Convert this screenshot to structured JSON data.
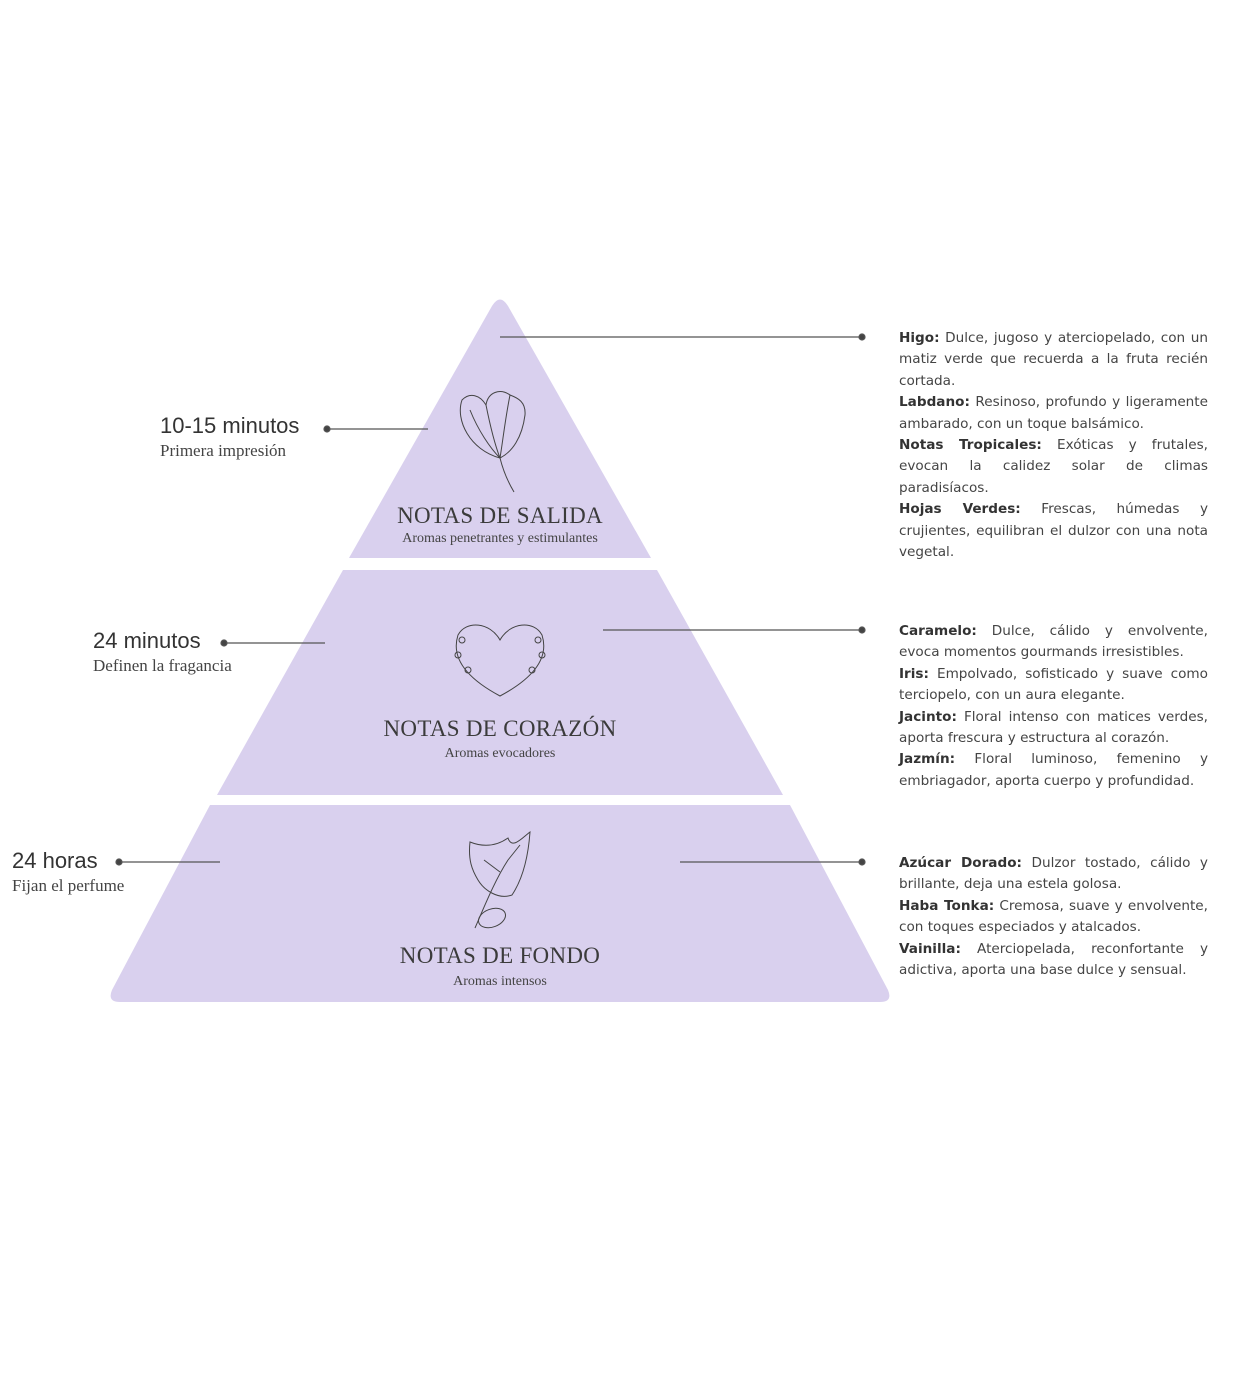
{
  "colors": {
    "pyramid": "#d9d0ee",
    "line": "#555555"
  },
  "tiers": [
    {
      "title": "NOTAS DE SALIDA",
      "subtitle": "Aromas penetrantes y estimulantes",
      "time": "10-15 minutos",
      "time_sub": "Primera impresión",
      "icon": "flower-icon",
      "notes": [
        {
          "name": "Higo:",
          "text": " Dulce, jugoso y aterciopelado, con un matiz verde que recuerda a la fruta recién cortada."
        },
        {
          "name": "Labdano:",
          "text": " Resinoso, profundo y ligeramente ambarado, con un toque balsámico."
        },
        {
          "name": "Notas Tropicales:",
          "text": " Exóticas y frutales, evocan la calidez solar de climas paradisíacos."
        },
        {
          "name": "Hojas Verdes:",
          "text": " Frescas, húmedas y crujientes, equilibran el dulzor con una nota vegetal."
        }
      ]
    },
    {
      "title": "NOTAS DE CORAZÓN",
      "subtitle": "Aromas evocadores",
      "time": "24 minutos",
      "time_sub": "Definen la fragancia",
      "icon": "floral-heart-icon",
      "notes": [
        {
          "name": "Caramelo:",
          "text": " Dulce, cálido y envolvente, evoca momentos gourmands irresistibles."
        },
        {
          "name": "Iris:",
          "text": " Empolvado, sofisticado y suave como terciopelo, con un aura elegante."
        },
        {
          "name": "Jacinto:",
          "text": " Floral intenso con matices verdes, aporta frescura y estructura al corazón."
        },
        {
          "name": "Jazmín:",
          "text": " Floral luminoso, femenino y embriagador, aporta cuerpo y profundidad."
        }
      ]
    },
    {
      "title": "NOTAS DE FONDO",
      "subtitle": "Aromas intensos",
      "time": "24 horas",
      "time_sub": "Fijan el perfume",
      "icon": "leaf-seed-icon",
      "notes": [
        {
          "name": "Azúcar Dorado:",
          "text": " Dulzor tostado, cálido y brillante, deja una estela golosa."
        },
        {
          "name": "Haba Tonka:",
          "text": " Cremosa, suave y envolvente, con toques especiados y atalcados."
        },
        {
          "name": "Vainilla:",
          "text": " Aterciopelada, reconfortante y adictiva, aporta una base dulce y sensual."
        }
      ]
    }
  ]
}
